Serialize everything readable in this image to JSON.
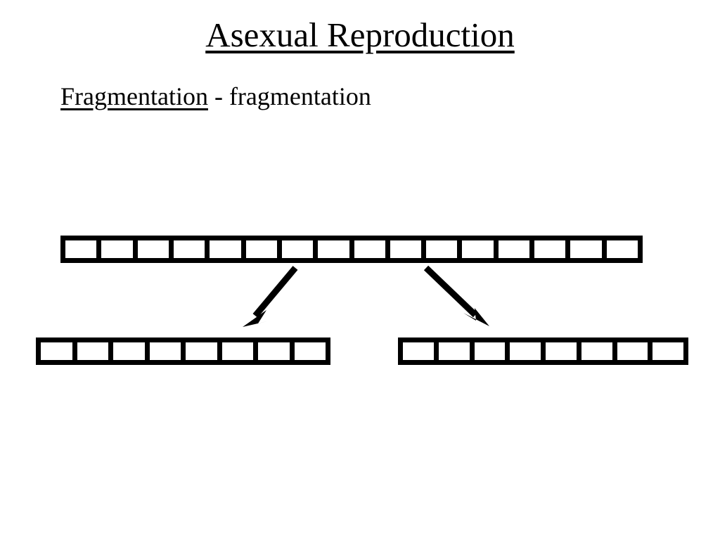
{
  "slide": {
    "title": "Asexual Reproduction",
    "title_underlined": true,
    "subtitle_term": "Fragmentation",
    "subtitle_rest": " - fragmentation",
    "background_color": "#ffffff",
    "ink_color": "#000000"
  },
  "diagram": {
    "parent": {
      "label": "parent-organism",
      "segment_count": 16
    },
    "fragment_left": {
      "label": "fragment-left",
      "segment_count": 8
    },
    "fragment_right": {
      "label": "fragment-right",
      "segment_count": 8
    },
    "arrows": [
      {
        "name": "arrow-to-left-fragment",
        "direction": "down-left"
      },
      {
        "name": "arrow-to-right-fragment",
        "direction": "down-right"
      }
    ]
  }
}
